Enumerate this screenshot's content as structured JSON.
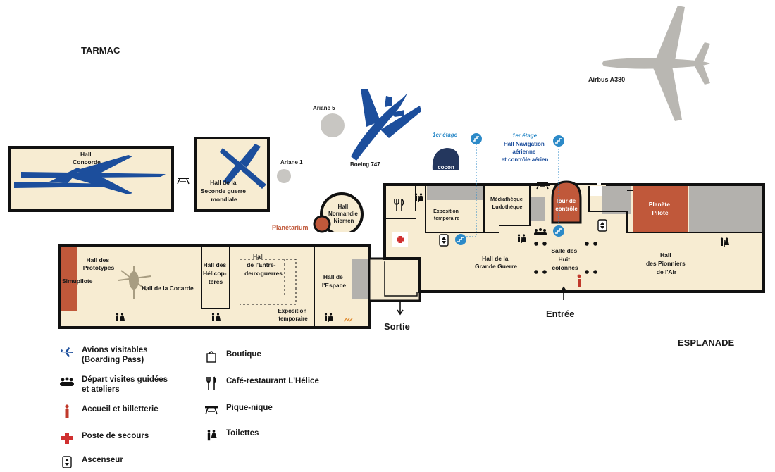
{
  "outdoor": {
    "tarmac": "TARMAC",
    "esplanade": "ESPLANADE"
  },
  "outdoor_aircraft": {
    "airbus": "Airbus A380",
    "ariane5": "Ariane 5",
    "ariane1": "Ariane 1",
    "boeing": "Boeing 747"
  },
  "halls": {
    "concorde": [
      "Hall",
      "Concorde"
    ],
    "seconde_guerre": [
      "Hall de la",
      "Seconde guerre",
      "mondiale"
    ],
    "normandie": [
      "Hall",
      "Normandie",
      "Niemen"
    ],
    "planetarium": "Planétarium",
    "prototypes": [
      "Hall des",
      "Prototypes"
    ],
    "simupilote": "Simupilote",
    "cocarde": "Hall de la Cocarde",
    "helicopteres": [
      "Hall des",
      "Hélicop-",
      "tères"
    ],
    "entre_deux_guerres": [
      "Hall",
      "de l'Entre-",
      "deux-guerres"
    ],
    "expo_temp_left": [
      "Exposition",
      "temporaire"
    ],
    "espace": [
      "Hall de",
      "l'Espace"
    ],
    "expo_temp_top": [
      "Exposition",
      "temporaire"
    ],
    "mediatheque": [
      "Médiathèque",
      "Ludothèque"
    ],
    "tour_controle": [
      "Tour de",
      "contrôle"
    ],
    "grande_guerre": [
      "Hall de la",
      "Grande Guerre"
    ],
    "huit_colonnes": [
      "Salle des",
      "Huit",
      "colonnes"
    ],
    "planete_pilote": [
      "Planète",
      "Pilote"
    ],
    "pionniers": [
      "Hall",
      "des Pionniers",
      "de l'Air"
    ]
  },
  "floor_notes": {
    "first_floor_a": "1er étage",
    "first_floor_b": "1er étage",
    "navigation": [
      "Hall Navigation",
      "aérienne",
      "et contrôle aérien"
    ],
    "cocon": "cocon"
  },
  "exits": {
    "sortie": "Sortie",
    "entree": "Entrée"
  },
  "legend": [
    {
      "icon": "plane-icon",
      "text": "Avions visitables\n(Boarding Pass)"
    },
    {
      "icon": "group-icon",
      "text": "Départ visites guidées\net ateliers"
    },
    {
      "icon": "info-icon",
      "text": "Accueil et billetterie"
    },
    {
      "icon": "first-aid-icon",
      "text": "Poste de secours"
    },
    {
      "icon": "elevator-icon",
      "text": "Ascenseur"
    },
    {
      "icon": "shopping-bag-icon",
      "text": "Boutique"
    },
    {
      "icon": "cutlery-icon",
      "text": "Café-restaurant L'Hélice"
    },
    {
      "icon": "picnic-table-icon",
      "text": "Pique-nique"
    },
    {
      "icon": "toilets-icon",
      "text": "Toilettes"
    }
  ],
  "colors": {
    "floor": "#f7ecd2",
    "wall": "#111111",
    "grey_room": "#b3b1ad",
    "orange_room": "#c0583a",
    "aircraft_blue": "#1c4e9c",
    "aircraft_grey": "#b9b7b2",
    "accent_blue": "#2c8ac8",
    "info_red": "#c0392b"
  }
}
